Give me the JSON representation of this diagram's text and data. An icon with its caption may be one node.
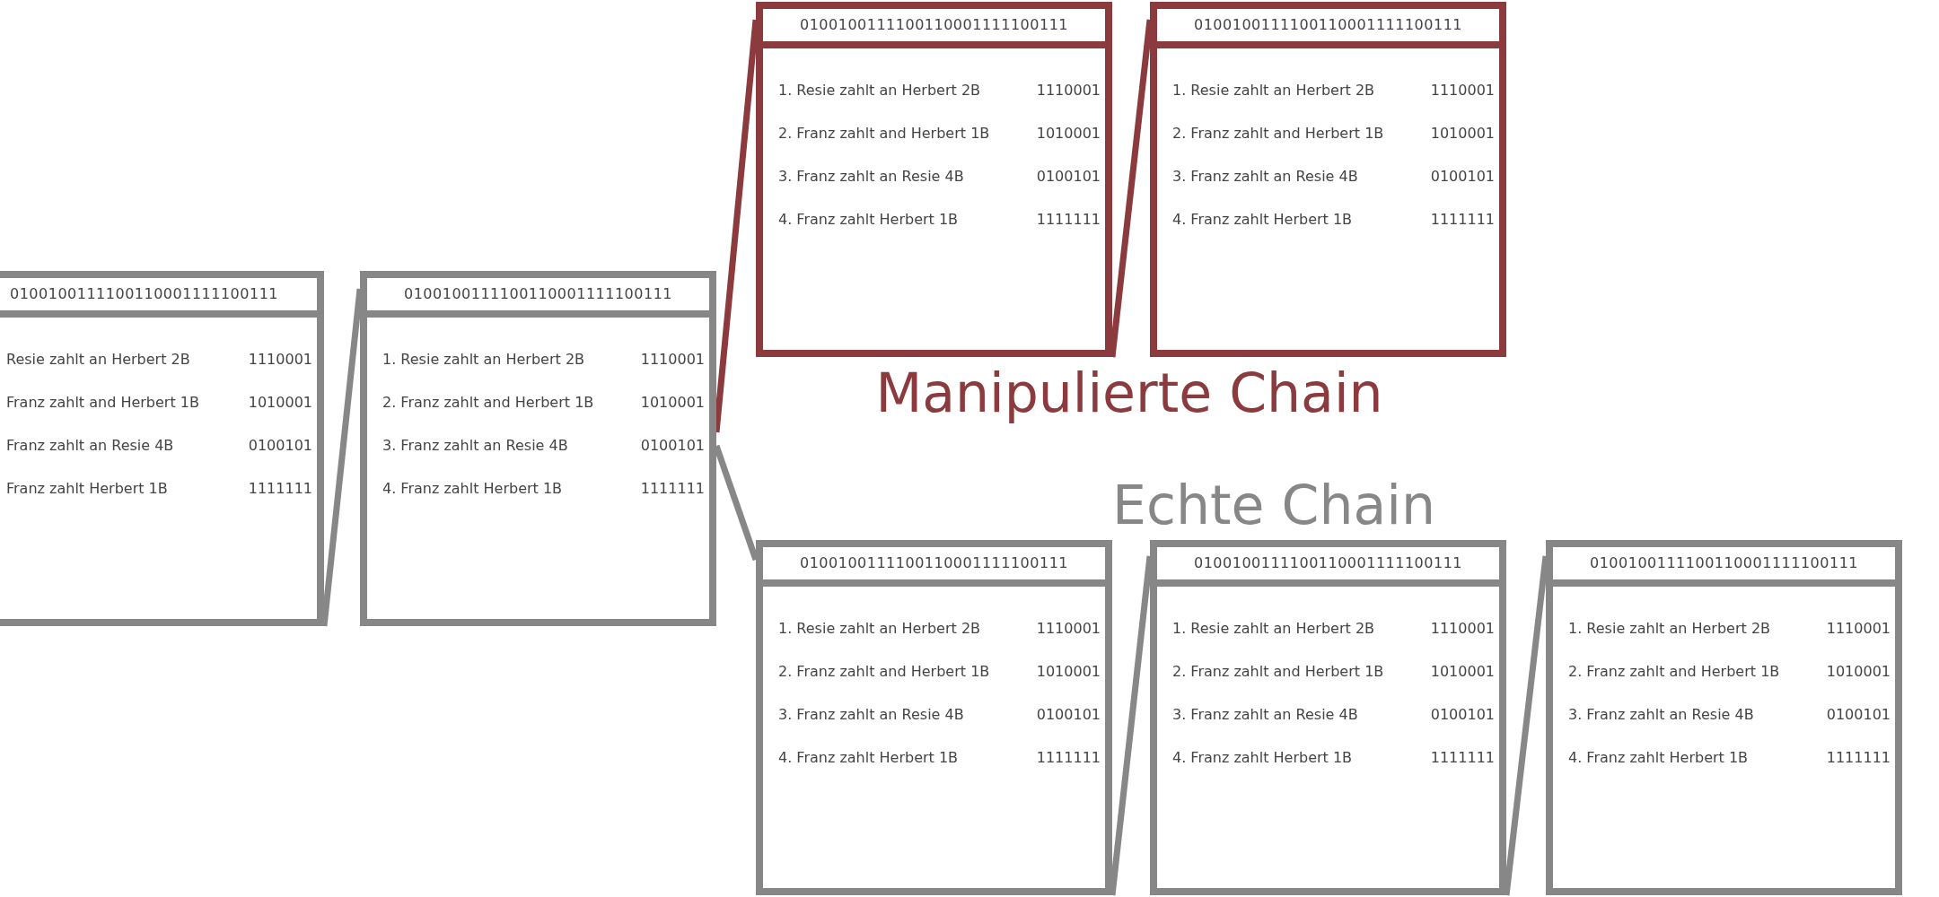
{
  "diagram": {
    "nodes": [
      {
        "text": [
          "0100100111100110001111100111",
          "Resie zahlt an Herbert 2B",
          "1110001",
          "Franz zahlt and Herbert 1B",
          "1010001",
          "Franz zahlt an Resie 4B",
          "0100101",
          "Franz zahlt Herbert 1B",
          "1111111"
        ]
      },
      {
        "text": [
          "0100100111100110001111100111",
          "1. Resie zahlt an Herbert 2B",
          "1110001",
          "2. Franz zahlt and Herbert 1B",
          "1010001",
          "3. Franz zahlt an Resie 4B",
          "0100101",
          "4. Franz zahlt Herbert 1B",
          "1111111"
        ]
      },
      {
        "text": [
          "0100100111100110001111100111",
          "1. Resie zahlt an Herbert 2B",
          "1110001",
          "2. Franz zahlt and Herbert 1B",
          "1010001",
          "3. Franz zahlt an Resie 4B",
          "0100101",
          "4. Franz zahlt Herbert 1B",
          "1111111"
        ]
      },
      {
        "text": [
          "0100100111100110001111100111",
          "1. Resie zahlt an Herbert 2B",
          "1110001",
          "2. Franz zahlt and Herbert 1B",
          "1010001",
          "3. Franz zahlt an Resie 4B",
          "0100101",
          "4. Franz zahlt Herbert 1B",
          "1111111"
        ]
      },
      {
        "text": [
          "0100100111100110001111100111",
          "1. Resie zahlt an Herbert 2B",
          "1110001",
          "2. Franz zahlt and Herbert 1B",
          "1010001",
          "3. Franz zahlt an Resie 4B",
          "0100101",
          "4. Franz zahlt Herbert 1B",
          "1111111"
        ]
      },
      {
        "text": [
          "0100100111100110001111100111",
          "1. Resie zahlt an Herbert 2B",
          "1110001",
          "2. Franz zahlt and Herbert 1B",
          "1010001",
          "3. Franz zahlt an Resie 4B",
          "0100101",
          "4. Franz zahlt Herbert 1B",
          "1111111"
        ]
      },
      {
        "text": [
          "0100100111100110001111100111",
          "1. Resie zahlt an Herbert 2B",
          "1110001",
          "2. Franz zahlt and Herbert 1B",
          "1010001",
          "3. Franz zahlt an Resie 4B",
          "0100101",
          "4. Franz zahlt Herbert 1B",
          "1111111"
        ]
      }
    ],
    "edges": [
      {
        "from": 0,
        "to": 1,
        "arrow": "none"
      },
      {
        "from": 1,
        "to": 2,
        "arrow": "none",
        "color": "#8b3a3d"
      },
      {
        "from": 1,
        "to": 4,
        "arrow": "none"
      },
      {
        "from": 2,
        "to": 3,
        "arrow": "none",
        "color": "#8b3a3d"
      },
      {
        "from": 4,
        "to": 5,
        "arrow": "none"
      },
      {
        "from": 5,
        "to": 6,
        "arrow": "none"
      }
    ],
    "labels": [
      "Manipulierte Chain",
      "Echte Chain"
    ]
  }
}
